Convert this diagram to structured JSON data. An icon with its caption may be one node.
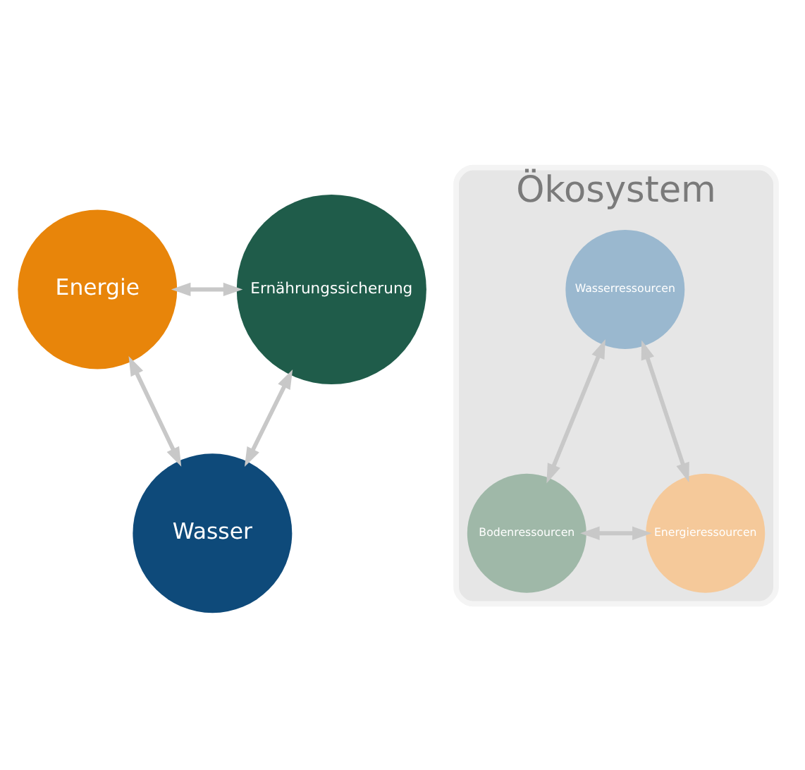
{
  "diagram": {
    "nodes": [
      {
        "text": [
          "Energie"
        ]
      },
      {
        "text": [
          "Ernährungssicherung"
        ]
      },
      {
        "text": [
          "Ökosystem"
        ]
      },
      {
        "text": [
          "Wasserressourcen"
        ],
        "in": 2
      },
      {
        "text": [
          "Bodenressourcen"
        ],
        "in": 2
      },
      {
        "text": [
          "Energieressourcen"
        ],
        "in": 2
      },
      {
        "text": [
          "Wasser"
        ]
      }
    ],
    "edges": [
      {
        "from": 0,
        "to": 1,
        "arrow": "both"
      },
      {
        "from": 0,
        "to": 6,
        "arrow": "both"
      },
      {
        "from": 1,
        "to": 6,
        "arrow": "both"
      },
      {
        "from": 3,
        "to": 4,
        "arrow": "both"
      },
      {
        "from": 3,
        "to": 5,
        "arrow": "both"
      },
      {
        "from": 4,
        "to": 5,
        "arrow": "both"
      }
    ]
  }
}
